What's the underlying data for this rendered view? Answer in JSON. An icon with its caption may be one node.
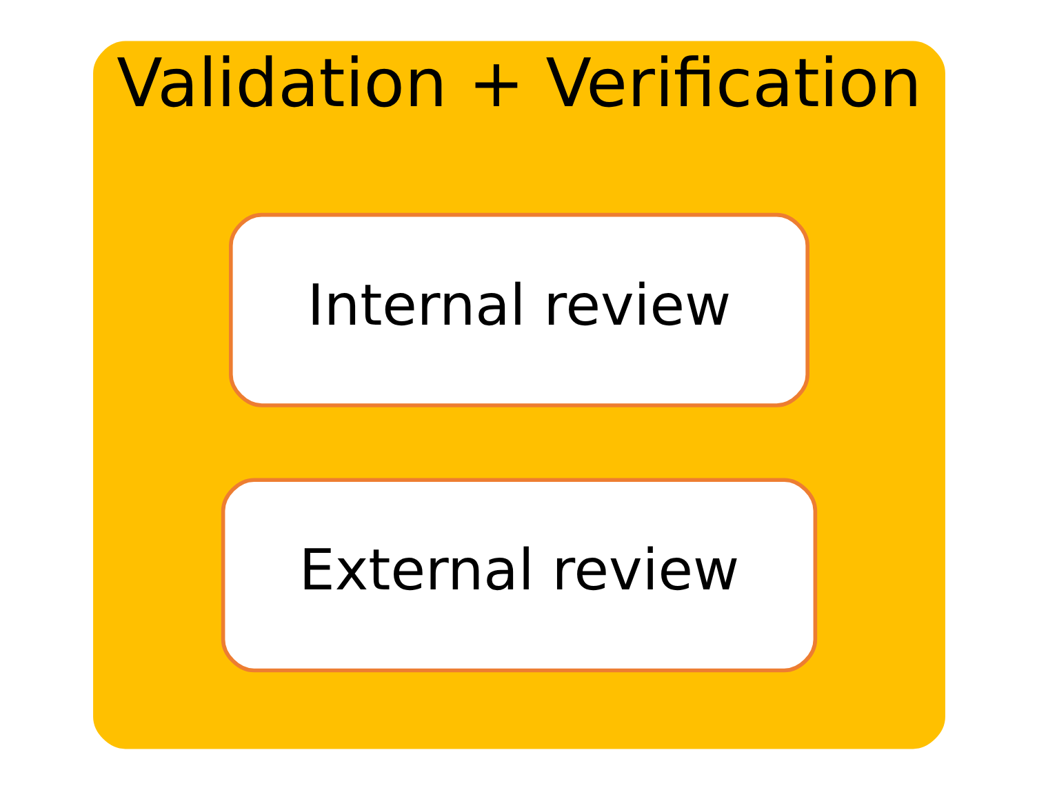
{
  "diagram": {
    "nodes": [
      {
        "text": [
          "Validation + Verification"
        ]
      },
      {
        "text": [
          "Internal review"
        ],
        "in": 0
      },
      {
        "text": [
          "External review"
        ],
        "in": 0
      }
    ]
  }
}
